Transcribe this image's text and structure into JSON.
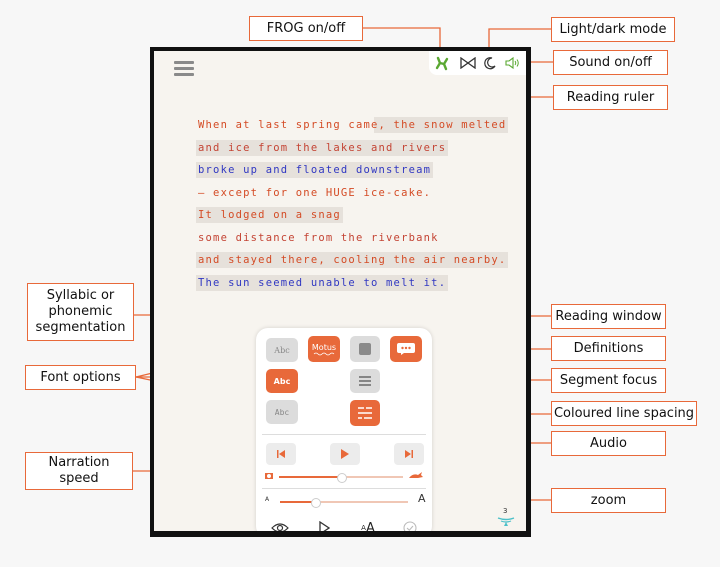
{
  "callouts": {
    "frog": "FROG on/off",
    "light_dark": "Light/dark mode",
    "sound": "Sound on/off",
    "reading_ruler": "Reading ruler",
    "syllabic": "Syllabic or phonemic segmentation",
    "reading_window": "Reading window",
    "definitions": "Definitions",
    "font_options": "Font options",
    "segment_focus": "Segment focus",
    "coloured_line_spacing": "Coloured line spacing",
    "audio": "Audio",
    "narration_speed": "Narration speed",
    "zoom": "zoom"
  },
  "reading_text": {
    "lines": [
      "When at last spring came, the snow melted",
      "and ice from the lakes and rivers",
      "broke up and floated downstream",
      "– except for one HUGE ice-cake.",
      "It lodged on a snag",
      "some distance from the riverbank",
      "and stayed there, cooling the air nearby.",
      "The sun seemed unable to melt it."
    ]
  },
  "panel": {
    "font_btn_1": "Abc",
    "font_btn_2": "Abc",
    "font_btn_3": "Abc",
    "motus_label": "Motus",
    "zoom_small_label": "A",
    "zoom_large_label": "A",
    "bottom_text_size_small": "A",
    "bottom_text_size_large": "A",
    "counter": "3",
    "narration_speed_value": 0.5,
    "zoom_value": 0.27
  },
  "colors": {
    "accent": "#e8693a",
    "text_red": "#d44b25",
    "text_blue": "#2a39c9",
    "frog_green": "#5aa832",
    "sound_green": "#5aa832"
  },
  "icons": [
    "menu-icon",
    "frog-icon",
    "reading-ruler-icon",
    "moon-icon",
    "speaker-icon",
    "reading-window-icon",
    "definitions-icon",
    "segment-focus-icon",
    "line-spacing-icon",
    "skip-back-icon",
    "play-icon",
    "skip-forward-icon",
    "snail-icon",
    "hare-icon",
    "eye-icon",
    "play-outline-icon",
    "text-size-icon",
    "check-icon",
    "ice-cake-icon"
  ]
}
